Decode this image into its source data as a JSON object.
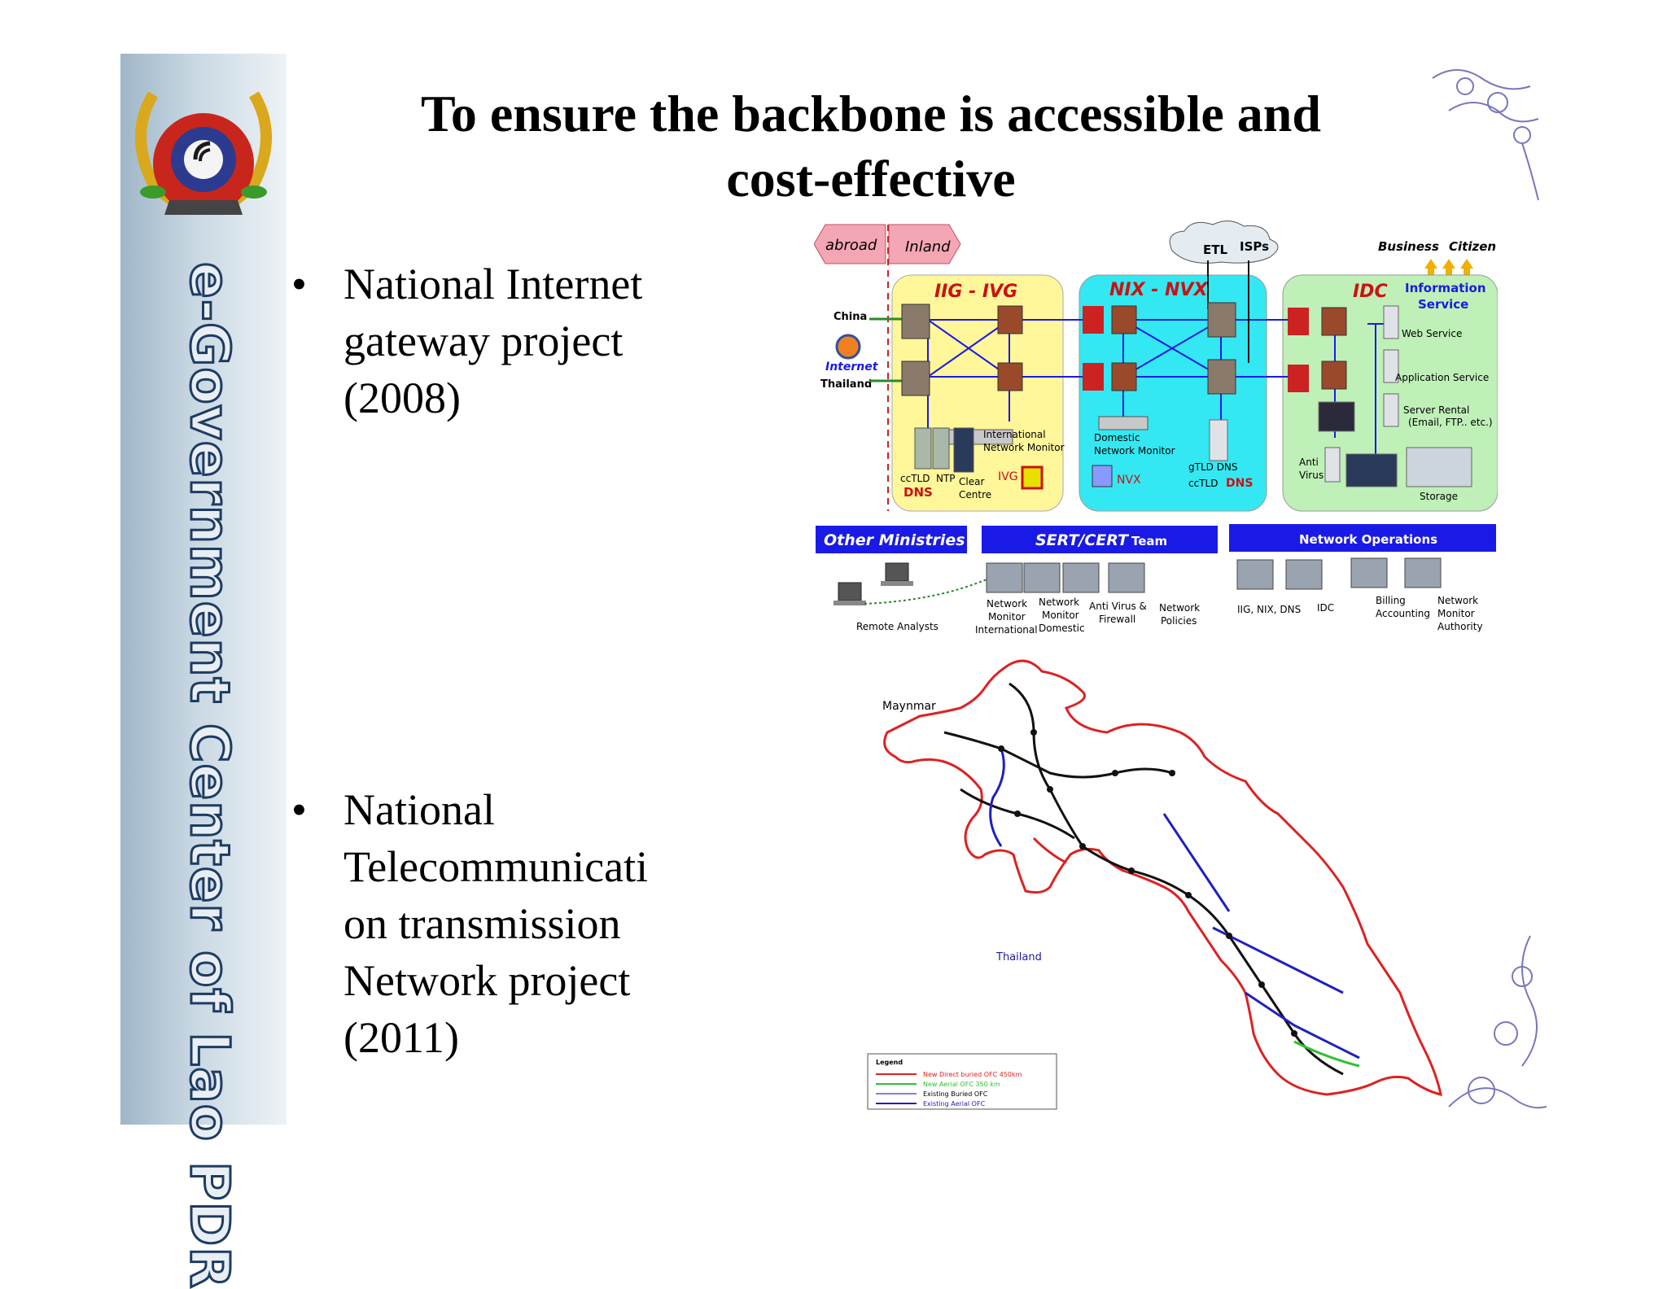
{
  "slide": {
    "title": "To ensure the backbone is accessible and cost-effective",
    "title_line1": "To ensure the backbone is accessible and",
    "title_line2": "cost-effective",
    "banner_text": "e-Government Center of Lao PDR",
    "bullets": [
      {
        "marker": "•",
        "lines": [
          "National Internet",
          "gateway project",
          "(2008)"
        ]
      },
      {
        "marker": "•",
        "lines": [
          "National",
          "Telecommunicati",
          "on transmission",
          "Network project",
          "(2011)"
        ]
      }
    ]
  },
  "diagram": {
    "abroad": "abroad",
    "inland": "Inland",
    "etl": "ETL",
    "isps": "ISPs",
    "business": "Business",
    "citizen": "Citizen",
    "iig": "IIG - IVG",
    "nix": "NIX - NVX",
    "idc": "IDC",
    "info_service_1": "Information",
    "info_service_2": "Service",
    "china": "China",
    "internet": "Internet",
    "thailand": "Thailand",
    "web_service": "Web Service",
    "application_service": "Application Service",
    "server_rental_1": "Server Rental",
    "server_rental_2": "(Email, FTP.. etc.)",
    "intl_monitor_1": "International",
    "intl_monitor_2": "Network Monitor",
    "dom_monitor_1": "Domestic",
    "dom_monitor_2": "Network Monitor",
    "cctld": "ccTLD",
    "ntp": "NTP",
    "clear": "Clear",
    "centre": "Centre",
    "dns": "DNS",
    "ivg": "IVG",
    "nvx": "NVX",
    "gtld_dns": "gTLD DNS",
    "cctld_dns_label": "ccTLD",
    "dns2": "DNS",
    "anti": "Anti",
    "virus": "Virus",
    "storage": "Storage",
    "other_ministries": "Other Ministries",
    "sert_cert": "SERT/CERT",
    "team": "Team",
    "network_operations": "Network Operations",
    "remote_analysts": "Remote Analysts",
    "nm_intl_1": "Network",
    "nm_intl_2": "Monitor",
    "nm_intl_3": "International",
    "nm_dom_1": "Network",
    "nm_dom_2": "Monitor",
    "nm_dom_3": "Domestic",
    "av_fw_1": "Anti Virus &",
    "av_fw_2": "Firewall",
    "net_pol_1": "Network",
    "net_pol_2": "Policies",
    "iig_nix_dns": "IIG, NIX, DNS",
    "idc2": "IDC",
    "billing_1": "Billing",
    "billing_2": "Accounting",
    "nma_1": "Network",
    "nma_2": "Monitor",
    "nma_3": "Authority"
  },
  "map": {
    "maynmar": "Maynmar",
    "thailand": "Thailand",
    "legend_title": "Legend",
    "legend_items": [
      {
        "label": "New Direct buried OFC  450km",
        "color": "#e02020"
      },
      {
        "label": "New Aerial OFC 350 km",
        "color": "#30c030"
      },
      {
        "label": "Existing Buried OFC",
        "color": "#8080e0"
      },
      {
        "label": "Existing Aerial OFC",
        "color": "#2020c0"
      }
    ]
  },
  "colors": {
    "iig_zone": "#fff8a0",
    "nix_zone": "#33e6f0",
    "idc_zone": "#bff0b8",
    "header_blue": "#1a1ae6",
    "zone_title": "#cc1111",
    "border_red": "#dd2222"
  }
}
